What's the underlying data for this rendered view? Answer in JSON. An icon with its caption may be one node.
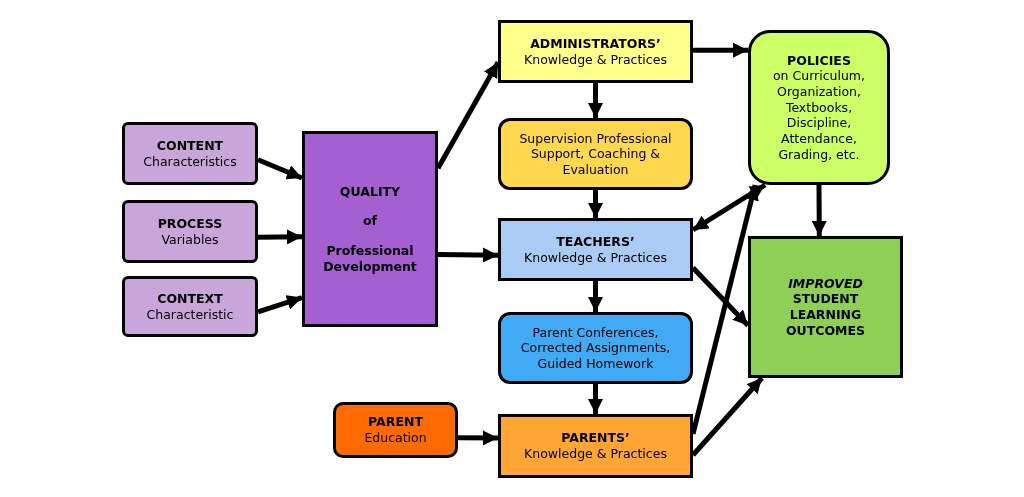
{
  "diagram": {
    "nodes": [
      {
        "text": [
          "CONTENT",
          "Characteristics"
        ]
      },
      {
        "text": [
          "PROCESS",
          "Variables"
        ]
      },
      {
        "text": [
          "CONTEXT",
          "Characteristic"
        ]
      },
      {
        "text": [
          "QUALITY",
          "of",
          "Professional Development"
        ]
      },
      {
        "text": [
          "ADMINISTRATORS’",
          "Knowledge & Practices"
        ]
      },
      {
        "text": [
          "Supervision Professional Support, Coaching & Evaluation"
        ]
      },
      {
        "text": [
          "TEACHERS’",
          "Knowledge & Practices"
        ]
      },
      {
        "text": [
          "Parent Conferences, Corrected Assignments, Guided Homework"
        ]
      },
      {
        "text": [
          "PARENT",
          "Education"
        ]
      },
      {
        "text": [
          "PARENTS’",
          "Knowledge & Practices"
        ]
      },
      {
        "text": [
          "POLICIES",
          "on Curriculum, Organization, Textbooks, Discipline, Attendance, Grading, etc."
        ]
      },
      {
        "text": [
          "*IMPROVED* STUDENT LEARNING OUTCOMES"
        ]
      }
    ],
    "edges": [
      {
        "from": 0,
        "to": 3,
        "arrow": "to"
      },
      {
        "from": 1,
        "to": 3,
        "arrow": "to"
      },
      {
        "from": 2,
        "to": 3,
        "arrow": "to"
      },
      {
        "from": 3,
        "to": 4,
        "arrow": "to"
      },
      {
        "from": 3,
        "to": 6,
        "arrow": "to"
      },
      {
        "from": 4,
        "to": 10,
        "arrow": "to"
      },
      {
        "from": 4,
        "to": 5,
        "arrow": "to"
      },
      {
        "from": 5,
        "to": 6,
        "arrow": "to"
      },
      {
        "from": 6,
        "to": 7,
        "arrow": "to"
      },
      {
        "from": 7,
        "to": 9,
        "arrow": "to"
      },
      {
        "from": 8,
        "to": 9,
        "arrow": "to"
      },
      {
        "from": 6,
        "to": 10,
        "arrow": "both"
      },
      {
        "from": 6,
        "to": 11,
        "arrow": "to"
      },
      {
        "from": 9,
        "to": 10,
        "arrow": "to"
      },
      {
        "from": 9,
        "to": 11,
        "arrow": "to"
      },
      {
        "from": 10,
        "to": 11,
        "arrow": "to"
      }
    ]
  }
}
